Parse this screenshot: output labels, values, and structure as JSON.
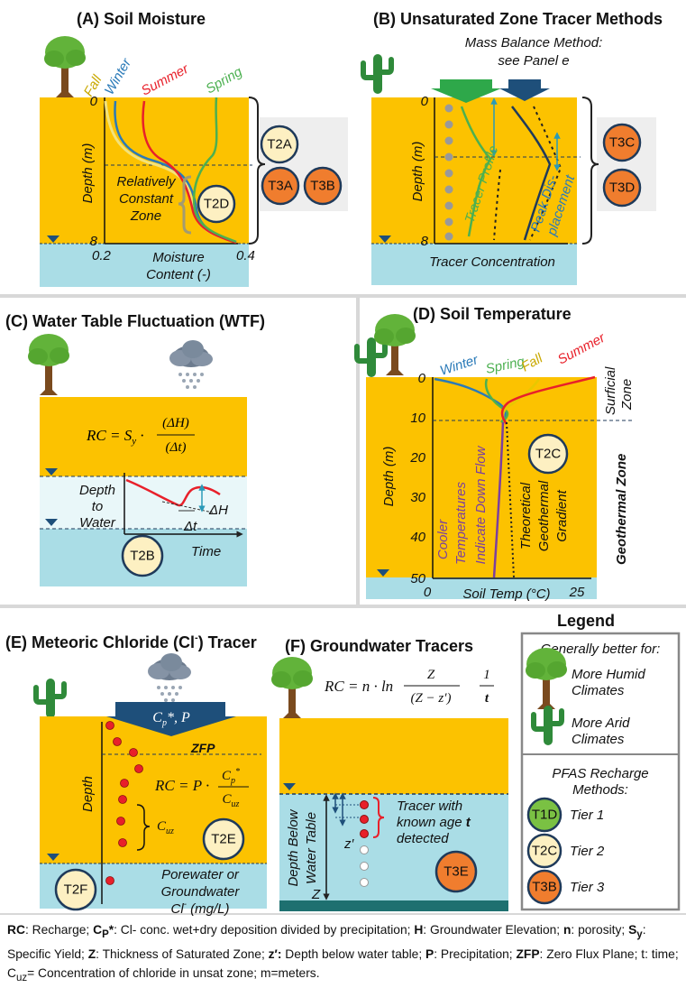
{
  "panels": {
    "a": {
      "title": "(A) Soil Moisture",
      "seasons": [
        "Fall",
        "Winter",
        "Summer",
        "Spring"
      ],
      "depth_top": "0",
      "depth_bottom": "8",
      "axis_label": "Depth (m)",
      "zone_label": [
        "Relatively",
        "Constant",
        "Zone"
      ],
      "x_min": "0.2",
      "x_max": "0.4",
      "x_label": [
        "Moisture",
        "Content (-)"
      ],
      "badges": [
        "T2A",
        "T2D",
        "T3A",
        "T3B"
      ]
    },
    "b": {
      "title": "(B) Unsaturated Zone Tracer Methods",
      "subtitle": [
        "Mass Balance Method:",
        "see Panel e"
      ],
      "depth_top": "0",
      "depth_bottom": "8",
      "axis_label": "Depth (m)",
      "curve1": "Tracer Profile",
      "curve2": [
        "Peak Dis-",
        "placement"
      ],
      "x_label": "Tracer Concentration",
      "badges": [
        "T3C",
        "T3D"
      ]
    },
    "c": {
      "title": "(C) Water Table Fluctuation (WTF)",
      "eq_left": "RC = S",
      "eq_sub": "y",
      "eq_dot": "·",
      "eq_num": "(ΔH)",
      "eq_den": "(Δt)",
      "axis_label": [
        "Depth",
        "to",
        "Water"
      ],
      "dh": "ΔH",
      "dt": "Δt",
      "x_label": "Time",
      "badge": "T2B"
    },
    "d": {
      "title": "(D) Soil Temperature",
      "seasons": [
        "Winter",
        "Spring",
        "Fall",
        "Summer"
      ],
      "ticks": [
        "0",
        "10",
        "20",
        "30",
        "40",
        "50"
      ],
      "axis_label": "Depth (m)",
      "surficial": [
        "Surficial",
        "Zone"
      ],
      "geothermal": "Geothermal Zone",
      "cooler": [
        "Cooler",
        "Temperatures",
        "Indicate Down Flow"
      ],
      "theoretical": [
        "Theoretical",
        "Geothermal",
        "Gradient"
      ],
      "x_min": "0",
      "x_max": "25",
      "x_label": "Soil Temp (°C)",
      "badge": "T2C"
    },
    "e": {
      "title": "(E) Meteoric Chloride (Cl",
      "title_sup": "-",
      "title_end": ")  Tracer",
      "arrow_label": "C",
      "arrow_sub": "p",
      "arrow_rest": "*, P",
      "zfp": "ZFP",
      "eq_left": "RC = P ·",
      "eq_num": "C",
      "eq_num_sub": "p",
      "eq_num_sup": "*",
      "eq_den": "C",
      "eq_den_sub": "uz",
      "axis_label": "Depth",
      "cuz": "C",
      "cuz_sub": "uz",
      "badges": [
        "T2E",
        "T2F"
      ],
      "bottom_label": [
        "Porewater or",
        "Groundwater",
        "Cl"
      ],
      "bottom_label_sup": "-",
      "bottom_label_end": " (mg/L)"
    },
    "f": {
      "title": "(F) Groundwater Tracers",
      "eq_a": "RC = n · ln",
      "eq_num": "Z",
      "eq_den": "(Z − z′)",
      "eq_c": "1",
      "eq_d": "t",
      "axis_label": [
        "Depth Below",
        "Water Table"
      ],
      "zprime": "z′",
      "z": "Z",
      "tracer": [
        "Tracer with",
        "known age "
      ],
      "tracer_t": "t",
      "tracer_end": "detected",
      "badge": "T3E"
    }
  },
  "legend": {
    "title": "Legend",
    "heading": "Generally better for:",
    "humid": [
      "More Humid",
      "Climates"
    ],
    "arid": [
      "More Arid",
      "Climates"
    ],
    "pfas": [
      "PFAS Recharge",
      "Methods:"
    ],
    "tiers": [
      {
        "badge": "T1D",
        "label": "Tier 1"
      },
      {
        "badge": "T2C",
        "label": "Tier 2"
      },
      {
        "badge": "T3B",
        "label": "Tier 3"
      }
    ]
  },
  "colors": {
    "soil": "#fcc200",
    "water": "#aadde6",
    "gray_bg": "#eeeeee",
    "tier1": "#7ac143",
    "tier2": "#fdf0c2",
    "tier3": "#f07d2e",
    "badge_border": "#1f3a5a",
    "fall": "#d6b300",
    "winter": "#2a7ab8",
    "summer": "#e8202a",
    "spring": "#4cb050",
    "cooler": "#7b3fa0",
    "tree_green": "#62b33a",
    "trunk": "#7a4a1e",
    "cactus": "#2f8a3a",
    "arrow_green": "#2ea84a",
    "arrow_blue": "#1e4f7a"
  },
  "footnote": {
    "rc_b": "RC",
    "rc": ":  Recharge; ",
    "cp_b": "C",
    "cp_sub": "P",
    "cp_b2": "*",
    "cp": ": Cl- conc. wet+dry deposition divided by precipitation; ",
    "h_b": "H",
    "h": ": Groundwater Elevation; ",
    "n_b": "n",
    "n": ": porosity; ",
    "sy_b": "S",
    "sy_sub": "y",
    "sy": ":  Specific Yield; ",
    "z_b": "Z",
    "z": ": Thickness of Saturated Zone; ",
    "zp_b": "z′:",
    "zp": " Depth below water table; ",
    "p_b": "P",
    "p": ": Precipitation; ",
    "zfp_b": "ZFP",
    "zfp": ": Zero Flux Plane; t: time; C",
    "cuz_sub": "uz",
    "cuz": "= Concentration of chloride in unsat zone; m=meters."
  }
}
